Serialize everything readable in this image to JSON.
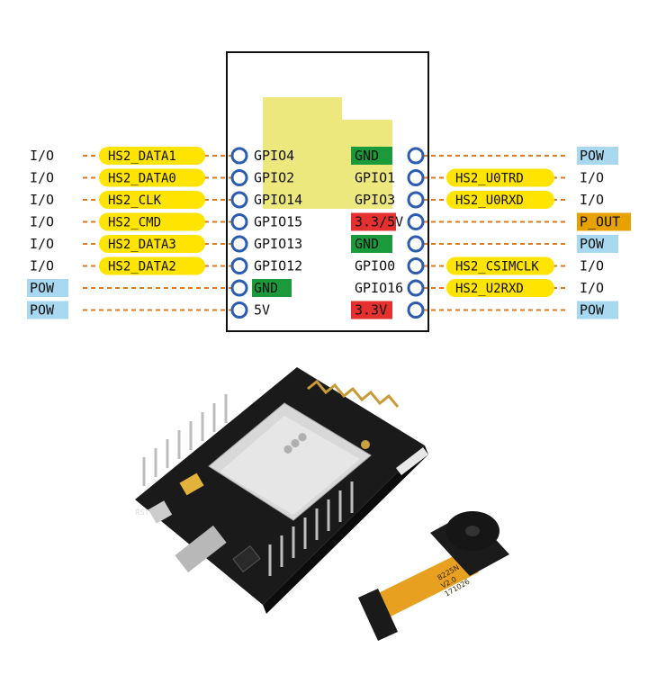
{
  "colors": {
    "io_fill": "#ffffff",
    "pow_fill": "#a8d8f0",
    "p_out_fill": "#e8a200",
    "signal_fill": "#ffe400",
    "gnd_fill": "#1a9a3a",
    "v33_fill": "#e53030",
    "dash_line": "#e07a1f",
    "pin_fill": "#2c5cb0",
    "chip_shade": "#ece87e",
    "pcb_black": "#1a1a1a",
    "module_silver": "#dcdcdc",
    "ribbon": "#e8a020"
  },
  "diagram": {
    "left_pins": [
      {
        "type": "I/O",
        "signal": "HS2_DATA1",
        "gpio": "GPIO4"
      },
      {
        "type": "I/O",
        "signal": "HS2_DATA0",
        "gpio": "GPIO2"
      },
      {
        "type": "I/O",
        "signal": "HS2_CLK",
        "gpio": "GPIO14"
      },
      {
        "type": "I/O",
        "signal": "HS2_CMD",
        "gpio": "GPIO15"
      },
      {
        "type": "I/O",
        "signal": "HS2_DATA3",
        "gpio": "GPIO13"
      },
      {
        "type": "I/O",
        "signal": "HS2_DATA2",
        "gpio": "GPIO12"
      },
      {
        "type": "POW",
        "signal": "",
        "gpio": "GND"
      },
      {
        "type": "POW",
        "signal": "",
        "gpio": "5V"
      }
    ],
    "right_pins": [
      {
        "type": "POW",
        "signal": "",
        "gpio": "GND"
      },
      {
        "type": "I/O",
        "signal": "HS2_U0TRD",
        "gpio": "GPIO1"
      },
      {
        "type": "I/O",
        "signal": "HS2_U0RXD",
        "gpio": "GPIO3"
      },
      {
        "type": "P_OUT",
        "signal": "",
        "gpio": "3.3/5V"
      },
      {
        "type": "POW",
        "signal": "",
        "gpio": "GND"
      },
      {
        "type": "I/O",
        "signal": "HS2_CSIMCLK",
        "gpio": "GPIO0"
      },
      {
        "type": "I/O",
        "signal": "HS2_U2RXD",
        "gpio": "GPIO16"
      },
      {
        "type": "POW",
        "signal": "",
        "gpio": "3.3V"
      }
    ]
  },
  "camera_label": {
    "line1": "8225N",
    "line2": "V2.0",
    "line3": "171026"
  }
}
